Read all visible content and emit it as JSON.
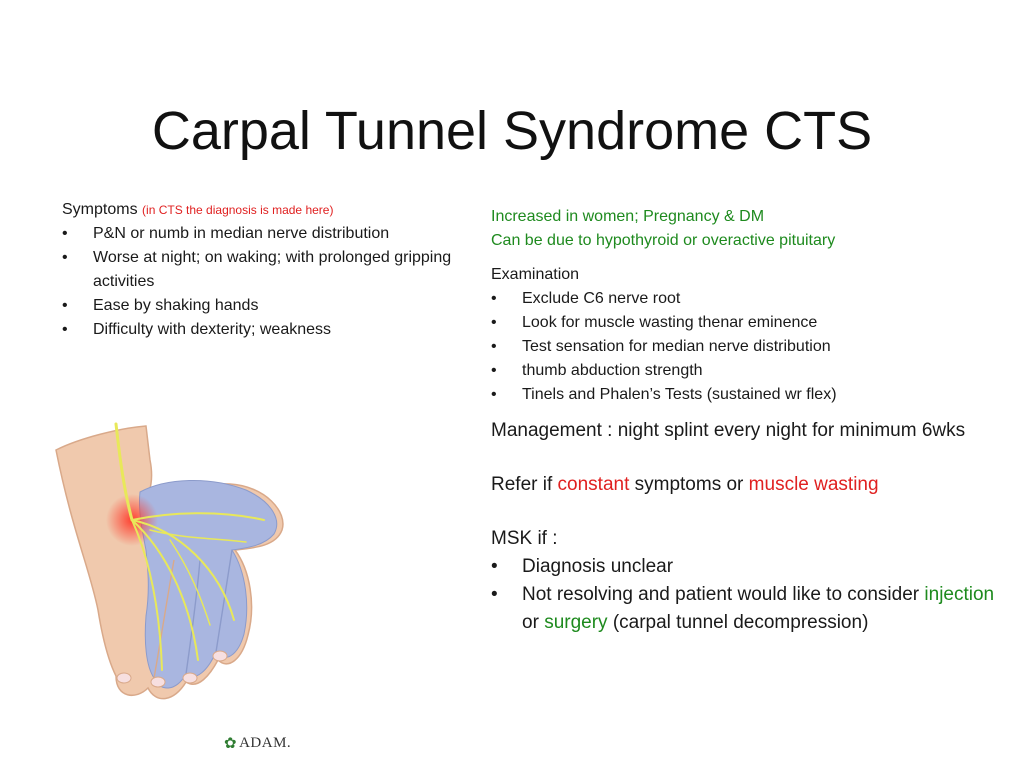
{
  "title": "Carpal Tunnel Syndrome CTS",
  "left": {
    "heading": "Symptoms",
    "heading_note": "(in CTS the diagnosis is made here)",
    "items": [
      "P&N or numb in median nerve distribution",
      "Worse at night; on waking; with prolonged gripping activities",
      "Ease by shaking hands",
      "Difficulty with dexterity; weakness"
    ]
  },
  "right": {
    "risk_line_1": "Increased in women; Pregnancy & DM",
    "risk_line_2": "Can be due to hypothyroid or overactive pituitary",
    "examination": {
      "heading": "Examination",
      "items": [
        "Exclude C6 nerve root",
        "Look for muscle wasting thenar eminence",
        "Test sensation for median nerve distribution",
        "thumb abduction strength",
        "Tinels and Phalen’s Tests (sustained wr flex)"
      ]
    },
    "management": "Management : night splint every night for minimum 6wks",
    "refer": {
      "prefix": "Refer if ",
      "word1": "constant",
      "middle": " symptoms or ",
      "word2": "muscle wasting"
    },
    "msk": {
      "heading": "MSK if :",
      "item1": "Diagnosis unclear",
      "item2": "Not resolving and patient would like to consider ",
      "item2_word1": "injection",
      "item2_or": " or ",
      "item2_word2": "surgery",
      "item2_suffix": " (carpal tunnel decompression)"
    }
  },
  "logo": {
    "text": "ADAM."
  },
  "colors": {
    "red": "#e02020",
    "green": "#1e8a1e",
    "nerve": "#e8e85a",
    "median_area": "#a9b6e0",
    "skin": "#f0c9ad"
  }
}
